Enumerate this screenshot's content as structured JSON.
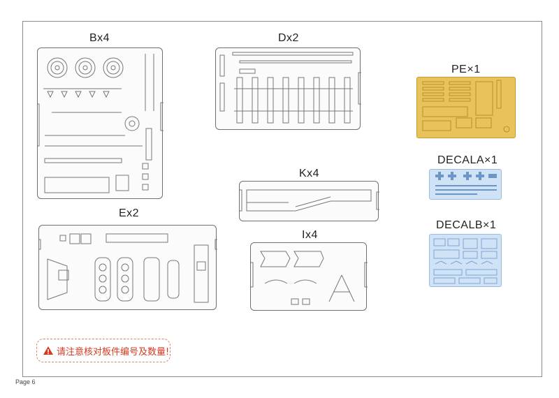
{
  "page": {
    "number_label": "Page 6"
  },
  "sprues": {
    "B": {
      "label": "Bx4"
    },
    "D": {
      "label": "Dx2"
    },
    "E": {
      "label": "Ex2"
    },
    "K": {
      "label": "Kx4"
    },
    "I": {
      "label": "Ix4"
    }
  },
  "sheets": {
    "pe": {
      "label": "PE×1"
    },
    "decal_a": {
      "label": "DECALA×1"
    },
    "decal_b": {
      "label": "DECALB×1"
    }
  },
  "warning": {
    "text": "请注意核对板件编号及数量!",
    "icon": "warning-triangle-icon"
  },
  "colors": {
    "pe_gold": "#e8c25a",
    "decal_blue": "#cfe2f6",
    "warning_red": "#d23a1f"
  }
}
